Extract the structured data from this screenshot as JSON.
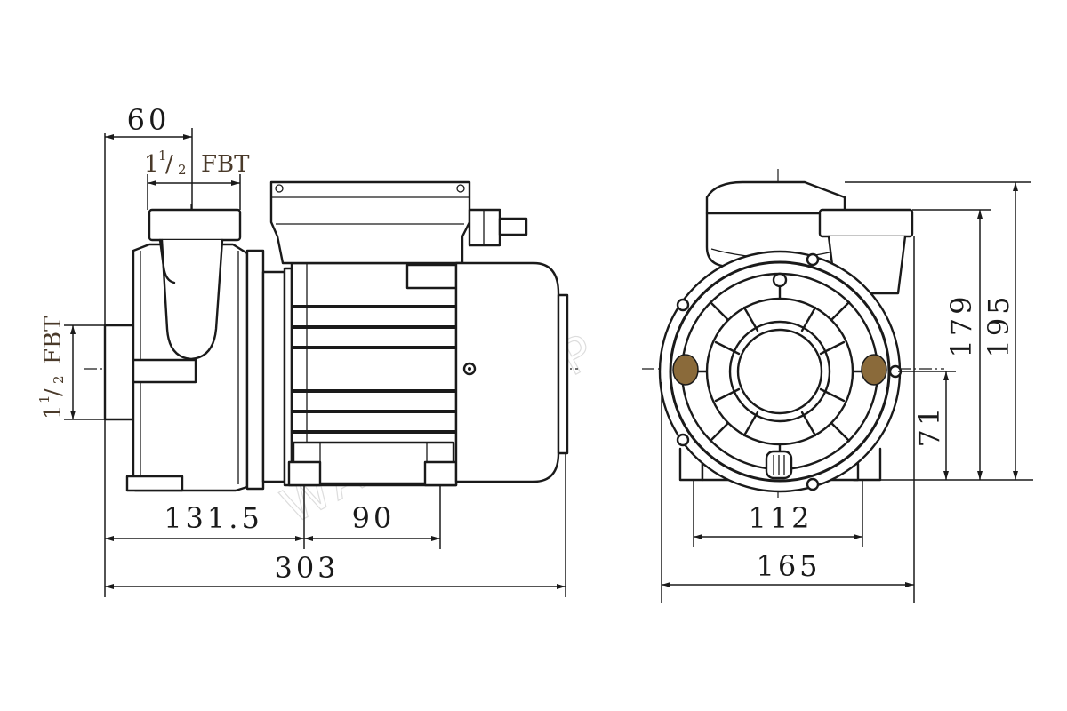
{
  "dimensions": {
    "side_inlet_offset": "60",
    "side_pump_length": "131.5",
    "side_motor_span": "90",
    "side_total_length": "303",
    "front_base_width": "112",
    "front_total_width": "165",
    "front_shaft_height": "71",
    "front_outlet_height": "179",
    "front_total_height": "195"
  },
  "connections": {
    "top_port": {
      "whole": "1",
      "num": "1",
      "den": "2",
      "type": "FBT"
    },
    "side_port": {
      "whole": "1",
      "num": "1",
      "den": "2",
      "type": "FBT"
    }
  },
  "colors": {
    "line": "#1a1a1a",
    "label": "#4a3a2a",
    "knob": "#8a6a3a"
  }
}
